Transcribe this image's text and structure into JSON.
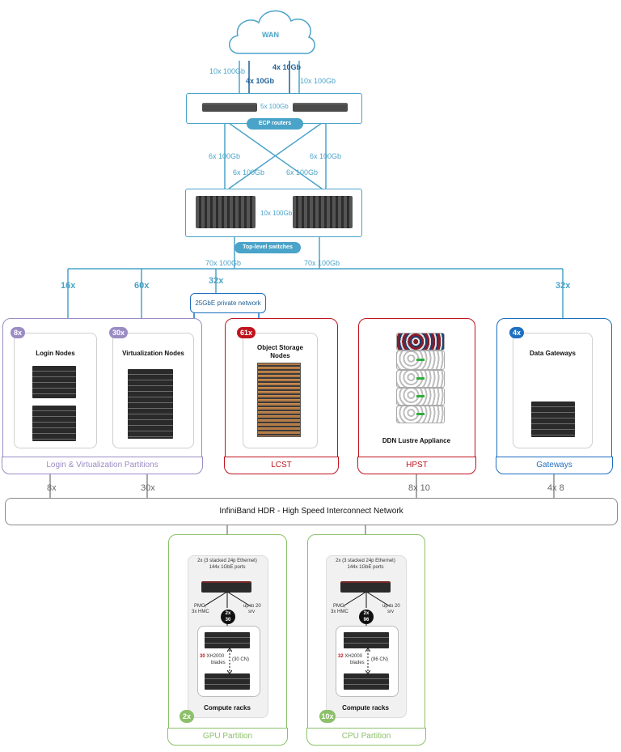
{
  "wan": {
    "label": "WAN"
  },
  "wan_links": {
    "left_outer": "10x 100Gb",
    "left_inner": "4x 10Gb",
    "right_inner": "4x 10Gb",
    "right_outer": "10x 100Gb"
  },
  "ecp": {
    "link": "5x 100Gb",
    "label": "ECP routers"
  },
  "cross_links": {
    "a": "6x 100Gb",
    "b": "6x 100Gb",
    "c": "6x 100Gb",
    "d": "6x 100Gb"
  },
  "top_switch": {
    "link": "10x 100Gb",
    "label": "Top-level switches"
  },
  "distribution": {
    "left": "70x 100Gb",
    "right": "70x 100Gb"
  },
  "branch_counts": {
    "b1": "16x",
    "b2": "60x",
    "b3": "32x",
    "b4": "32x"
  },
  "private_net": {
    "label": "25GbE private network"
  },
  "partitions": {
    "login_virt": {
      "title": "Login & Virtualization Partitions",
      "login": {
        "badge": "8x",
        "title": "Login Nodes"
      },
      "virt": {
        "badge": "30x",
        "title": "Virtualization Nodes"
      }
    },
    "lcst": {
      "title": "LCST",
      "badge": "61x",
      "card_title": "Object Storage Nodes"
    },
    "hpst": {
      "title": "HPST",
      "card_title": "DDN Lustre Appliance"
    },
    "gateways": {
      "title": "Gateways",
      "badge": "4x",
      "card_title": "Data Gateways"
    }
  },
  "ib_counts": {
    "c1": "8x",
    "c2": "30x",
    "c3": "8x 10",
    "c4": "4x 8"
  },
  "infiniband": {
    "label": "InfiniBand HDR - High Speed Interconnect Network"
  },
  "gpu": {
    "title": "GPU Partition",
    "count": "2x",
    "switch_text_1": "2x (3 stacked 24p Ethernet)",
    "switch_text_2": "144x 1GbE ports",
    "pmc": "PMC,",
    "hmc": "3x HMC",
    "up_to": "up to 20",
    "srv": "srv",
    "circle_top": "2x",
    "circle_bottom": "30",
    "blades_num": "30",
    "blades_model": "XH2000",
    "blades_word": "blades",
    "cn": "(30 CN)",
    "rack_label": "Compute racks"
  },
  "cpu": {
    "title": "CPU Partition",
    "count": "10x",
    "switch_text_1": "2x (3 stacked 24p Ethernet)",
    "switch_text_2": "144x 1GbE ports",
    "pmc": "PMC,",
    "hmc": "3x HMC",
    "up_to": "up to 20",
    "srv": "srv",
    "circle_top": "2x",
    "circle_bottom": "96",
    "blades_num": "32",
    "blades_model": "XH2000",
    "blades_word": "blades",
    "cn": "(96 CN)",
    "rack_label": "Compute racks"
  },
  "colors": {
    "accent": "#4aa3c8",
    "purple": "#9b8cc4",
    "red": "#c0141e",
    "blue": "#1e6fbf",
    "green": "#8cc06a",
    "grey": "#8a8a8a"
  }
}
